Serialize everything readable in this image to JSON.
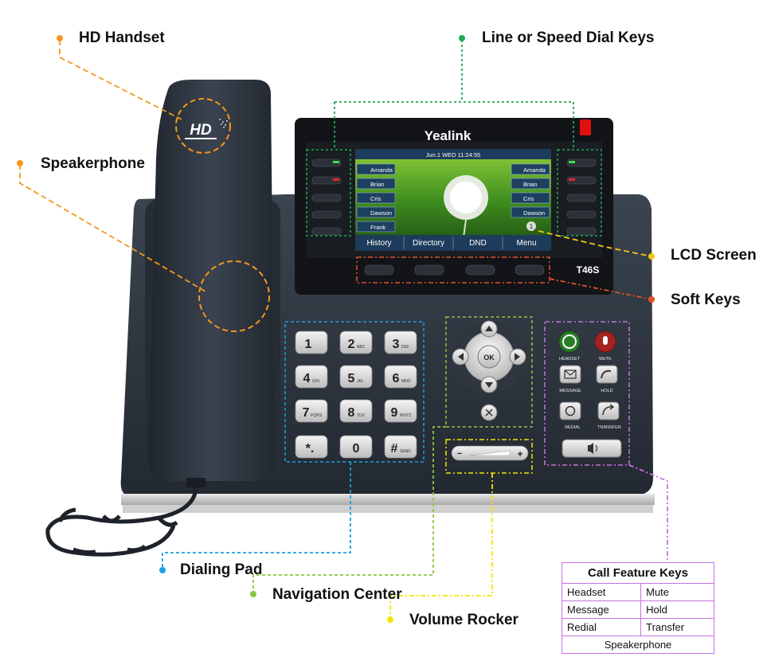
{
  "brand": "Yealink",
  "model": "T46S",
  "handset_logo": "HD",
  "screen": {
    "status_bar": "Jun.1 WED  11:24:55",
    "left_lines": [
      "Amanda",
      "Brian",
      "Cris",
      "Dawson",
      "Frank"
    ],
    "right_lines": [
      "Amanda",
      "Brian",
      "Cris",
      "Dawson"
    ],
    "page_indicator": "1",
    "softkeys": [
      "History",
      "Directory",
      "DND",
      "Menu"
    ]
  },
  "keypad": {
    "keys": [
      {
        "main": "1",
        "sub": ""
      },
      {
        "main": "2",
        "sub": "ABC"
      },
      {
        "main": "3",
        "sub": "DEF"
      },
      {
        "main": "4",
        "sub": "GHI"
      },
      {
        "main": "5",
        "sub": "JKL"
      },
      {
        "main": "6",
        "sub": "MNO"
      },
      {
        "main": "7",
        "sub": "PQRS"
      },
      {
        "main": "8",
        "sub": "TUV"
      },
      {
        "main": "9",
        "sub": "WXYZ"
      },
      {
        "main": "*.",
        "sub": ""
      },
      {
        "main": "0",
        "sub": ""
      },
      {
        "main": "#",
        "sub": "SEND"
      }
    ]
  },
  "nav": {
    "ok": "OK"
  },
  "volume": {
    "minus": "−",
    "plus": "+"
  },
  "feature_keys": {
    "headset": "HEADSET",
    "mute": "MUTE",
    "message": "MESSAGE",
    "hold": "HOLD",
    "redial": "REDIAL",
    "transfer": "TRANSFER"
  },
  "callouts": {
    "hd_handset": "HD Handset",
    "line_keys": "Line or Speed Dial Keys",
    "speakerphone": "Speakerphone",
    "lcd_screen": "LCD Screen",
    "soft_keys": "Soft Keys",
    "dialing_pad": "Dialing Pad",
    "navigation_center": "Navigation Center",
    "volume_rocker": "Volume Rocker"
  },
  "feature_table": {
    "title": "Call Feature Keys",
    "rows": [
      [
        "Headset",
        "Mute"
      ],
      [
        "Message",
        "Hold"
      ],
      [
        "Redial",
        "Transfer"
      ]
    ],
    "footer": "Speakerphone"
  },
  "colors": {
    "hd_handset": "#f5961e",
    "line_keys": "#1faa55",
    "speakerphone": "#f5961e",
    "lcd_screen": "#f5c518",
    "soft_keys": "#e0522a",
    "dialing_pad": "#1a9fe0",
    "navigation_center": "#8cc63f",
    "volume_rocker": "#f2e600",
    "feature_keys": "#c473e0"
  }
}
